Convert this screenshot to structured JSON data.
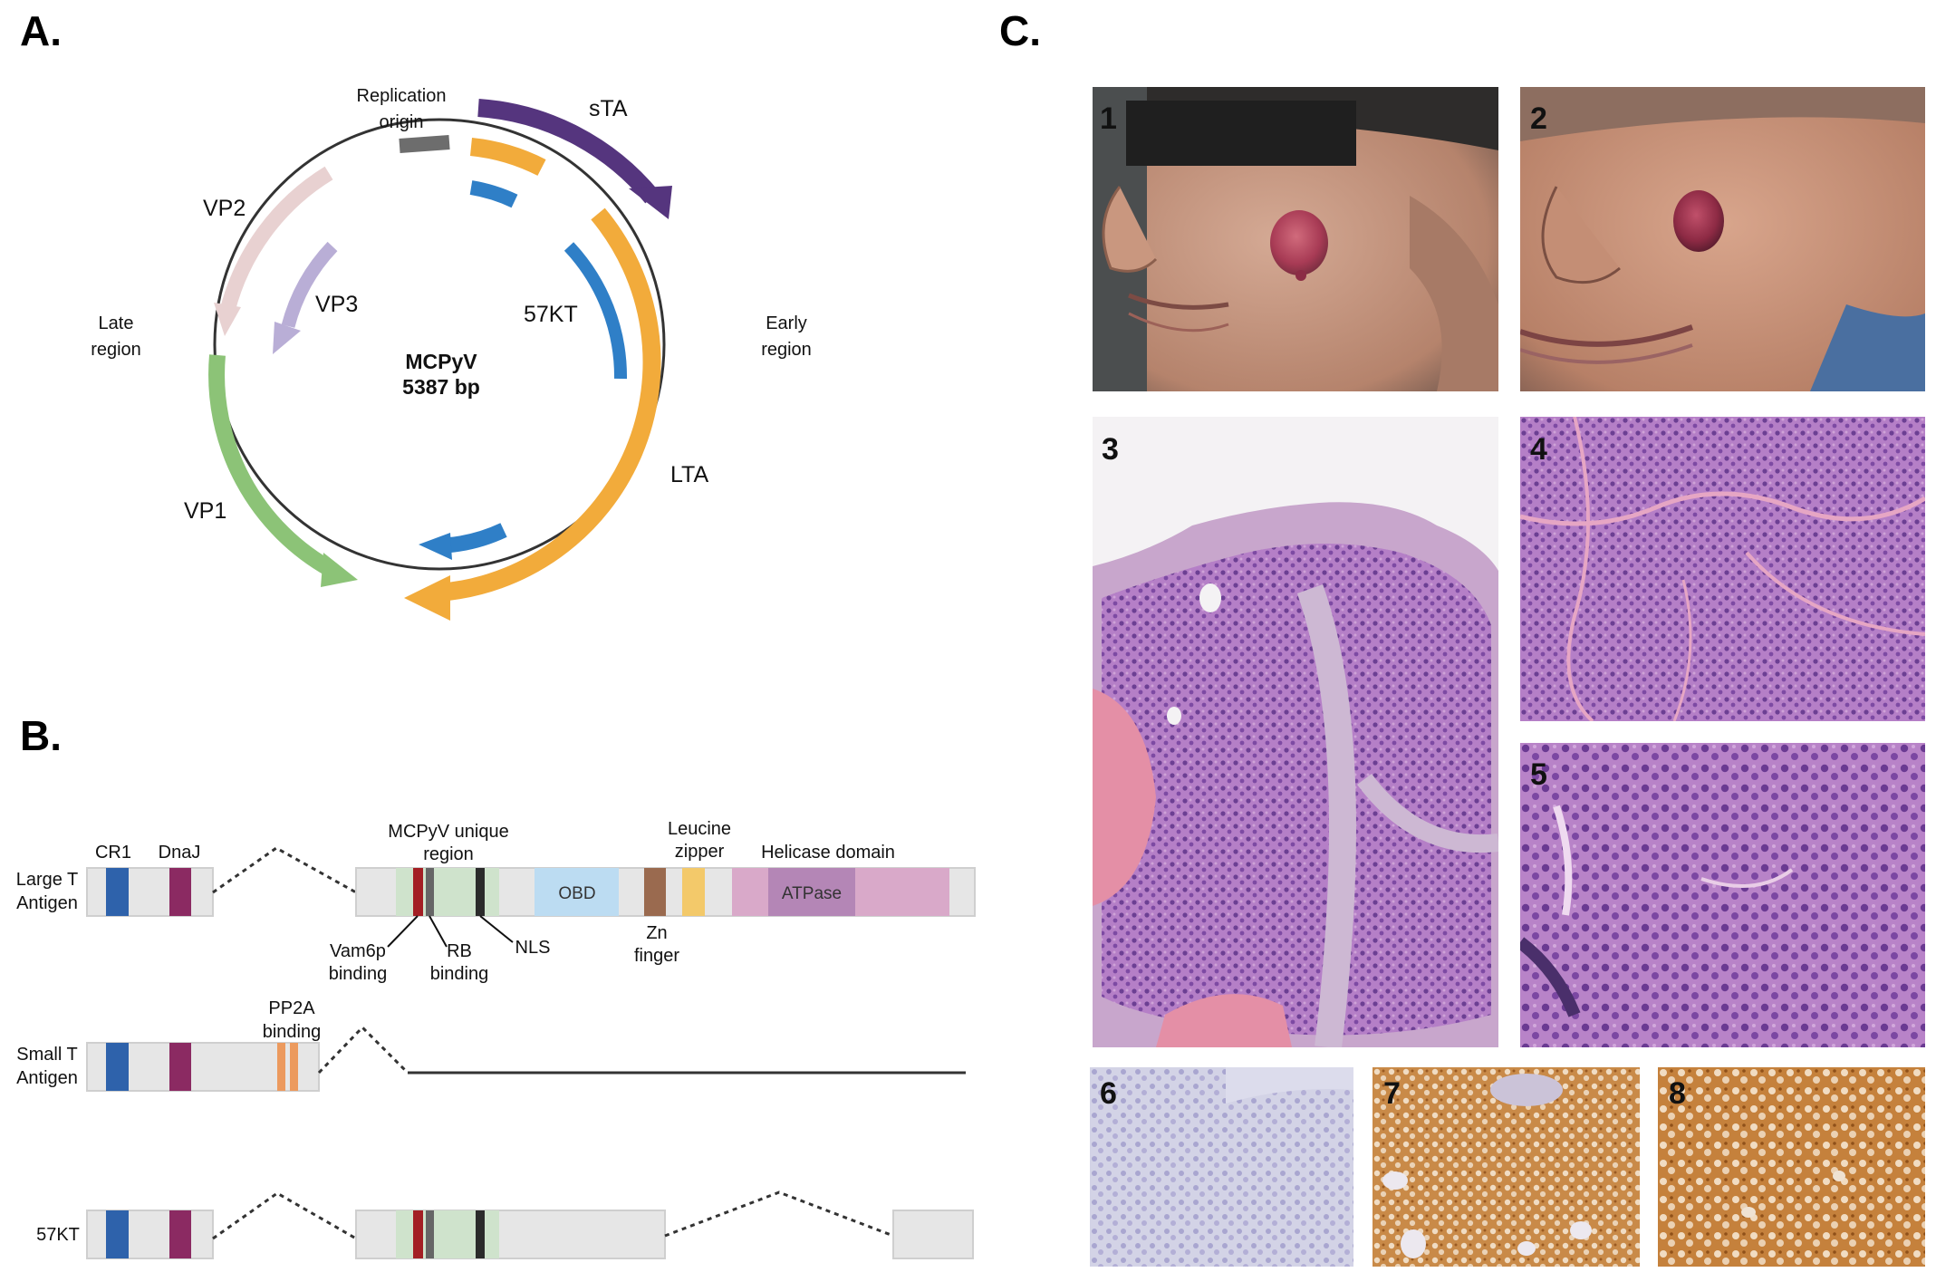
{
  "panels": {
    "a": {
      "letter": "A."
    },
    "b": {
      "letter": "B."
    },
    "c": {
      "letter": "C."
    }
  },
  "plasmid": {
    "name": "MCPyV",
    "size": "5387 bp",
    "replication_origin": [
      "Replication",
      "origin"
    ],
    "late_region": [
      "Late",
      "region"
    ],
    "early_region": [
      "Early",
      "region"
    ],
    "genes": {
      "sTA": "sTA",
      "LTA": "LTA",
      "KT57": "57KT",
      "VP1": "VP1",
      "VP2": "VP2",
      "VP3": "VP3"
    },
    "colors": {
      "sTA": "#55357e",
      "LTA": "#f2ab3b",
      "KT57": "#2f7fc7",
      "VP1": "#8cc377",
      "VP2": "#e8d1d1",
      "VP3": "#b9aed6",
      "origin": "#6d6d6d"
    }
  },
  "domains": {
    "rows": {
      "large_t": [
        "Large T",
        "Antigen"
      ],
      "small_t": [
        "Small T",
        "Antigen"
      ],
      "kt57": "57KT"
    },
    "labels": {
      "cr1": "CR1",
      "dnaj": "DnaJ",
      "unique_region": [
        "MCPyV unique",
        "region"
      ],
      "leucine_zipper": [
        "Leucine",
        "zipper"
      ],
      "helicase": "Helicase domain",
      "obd": "OBD",
      "atpase": "ATPase",
      "vam6p": [
        "Vam6p",
        "binding"
      ],
      "rb": [
        "RB",
        "binding"
      ],
      "nls": "NLS",
      "zn_finger": [
        "Zn",
        "finger"
      ],
      "pp2a": [
        "PP2A",
        "binding"
      ]
    },
    "colors": {
      "cr1": "#2e62ab",
      "dnaj": "#8b2a62",
      "unique": "#cfe3cc",
      "vam6p": "#a31f24",
      "rb": "#666666",
      "nls": "#2b2b2b",
      "obd": "#bcdcf2",
      "zn": "#9a6a4f",
      "leucine": "#f3c96a",
      "helicase": "#d9a9c9",
      "atpase": "#b486b6",
      "pp2a": "#ec9a5e",
      "box": "#e6e6e6"
    }
  },
  "photos": {
    "numbers": [
      "1",
      "2",
      "3",
      "4",
      "5",
      "6",
      "7",
      "8"
    ]
  }
}
